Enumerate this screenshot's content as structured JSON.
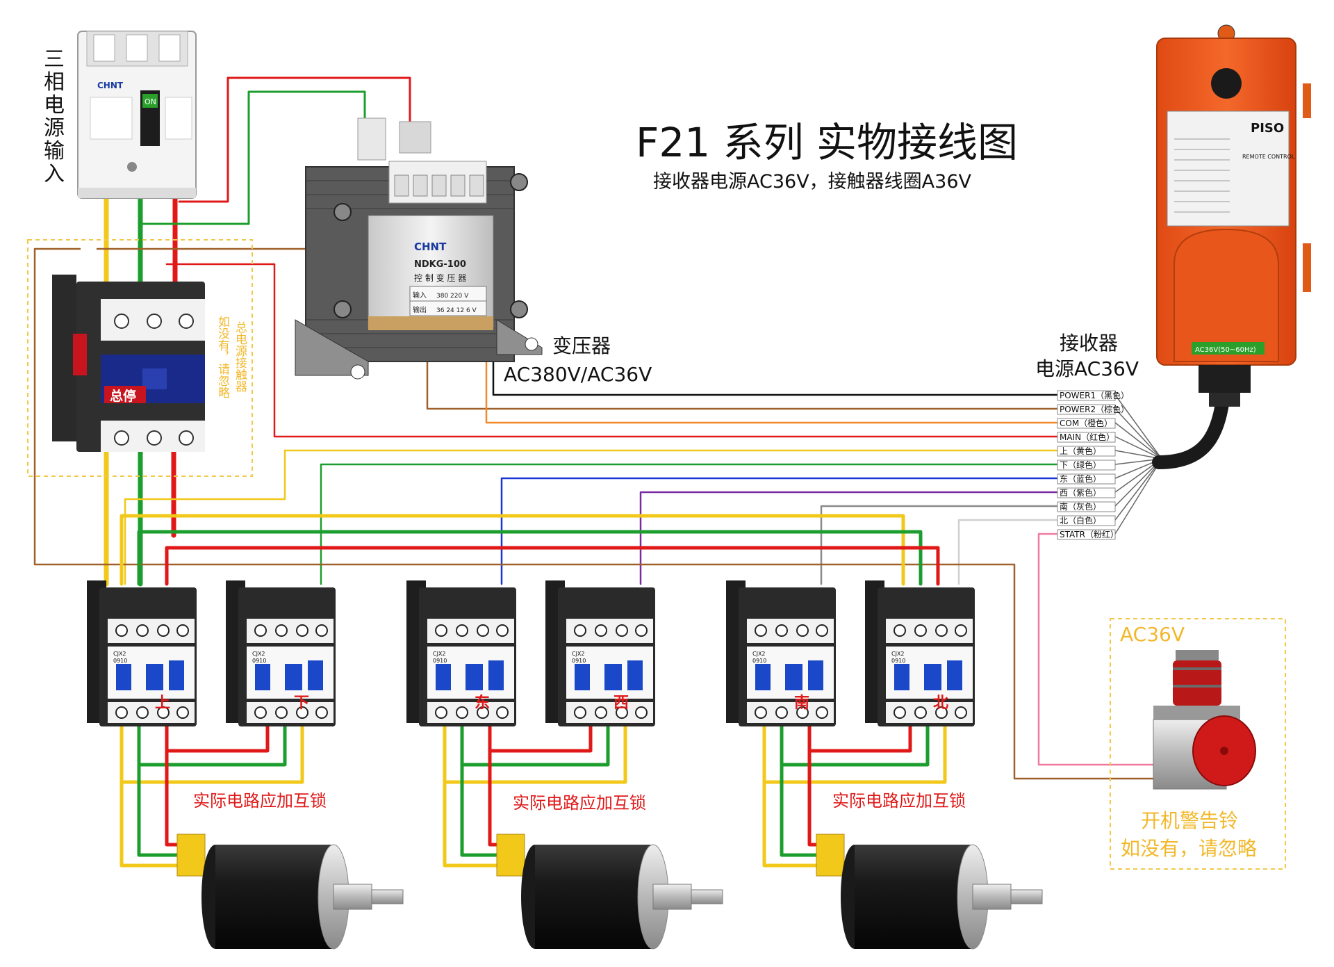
{
  "title": "F21 系列 实物接线图",
  "subtitle": "接收器电源AC36V，接触器线圈A36V",
  "power_input_label": [
    "三",
    "相",
    "电",
    "源",
    "输",
    "入"
  ],
  "main_contactor_note": [
    "总电源接触器",
    "如没有，请忽略"
  ],
  "main_contactor_stop_label": "总停",
  "transformer": {
    "label": "变压器",
    "voltage": "AC380V/AC36V",
    "brand": "CHNT",
    "model": "NDKG-100",
    "nameplate": "控 制 变 压 器",
    "input_label": "输入",
    "input_values": "380  220 V",
    "output_label": "输出",
    "output_values": "36  24  12  6 V"
  },
  "breaker": {
    "brand": "CHNT",
    "state": "ON"
  },
  "receiver": {
    "label": "接收器",
    "power": "电源AC36V",
    "brand": "PISO",
    "badge": "AC36V(50~60Hz)",
    "panel_title": "REMOTE CONTROL"
  },
  "wires": [
    {
      "label": "POWER1（黑色）",
      "color": "#111111"
    },
    {
      "label": "POWER2（棕色）",
      "color": "#a0602a"
    },
    {
      "label": "COM（橙色）",
      "color": "#f08a2a"
    },
    {
      "label": "MAIN（红色）",
      "color": "#e01818"
    },
    {
      "label": "上（黄色）",
      "color": "#f2c81a"
    },
    {
      "label": "下（绿色）",
      "color": "#1c9e2e"
    },
    {
      "label": "东（蓝色）",
      "color": "#1a35d8"
    },
    {
      "label": "西（紫色）",
      "color": "#7a2aa0"
    },
    {
      "label": "南（灰色）",
      "color": "#8a8a8a"
    },
    {
      "label": "北（白色）",
      "color": "#d0d0d0"
    },
    {
      "label": "STATR（粉红）",
      "color": "#f07aa0"
    }
  ],
  "contactors": [
    {
      "direction": "上",
      "model": "CJX2\n0910"
    },
    {
      "direction": "下",
      "model": "CJX2\n0910"
    },
    {
      "direction": "东",
      "model": "CJX2\n0910"
    },
    {
      "direction": "西",
      "model": "CJX2\n0910"
    },
    {
      "direction": "南",
      "model": "CJX2\n0910"
    },
    {
      "direction": "北",
      "model": "CJX2\n0910"
    }
  ],
  "interlock_note": "实际电路应加互锁",
  "alarm": {
    "voltage": "AC36V",
    "label": "开机警告铃",
    "note": "如没有，请忽略"
  },
  "colors": {
    "yellow": "#f2c81a",
    "green": "#1c9e2e",
    "red": "#e01818",
    "brown": "#a0602a",
    "orange": "#f08a2a",
    "blue": "#1a35d8",
    "purple": "#7a2aa0",
    "gray": "#8a8a8a",
    "pink": "#f07aa0",
    "receiver_body": "#f05a1e",
    "dashed_box": "#f2c84a"
  }
}
